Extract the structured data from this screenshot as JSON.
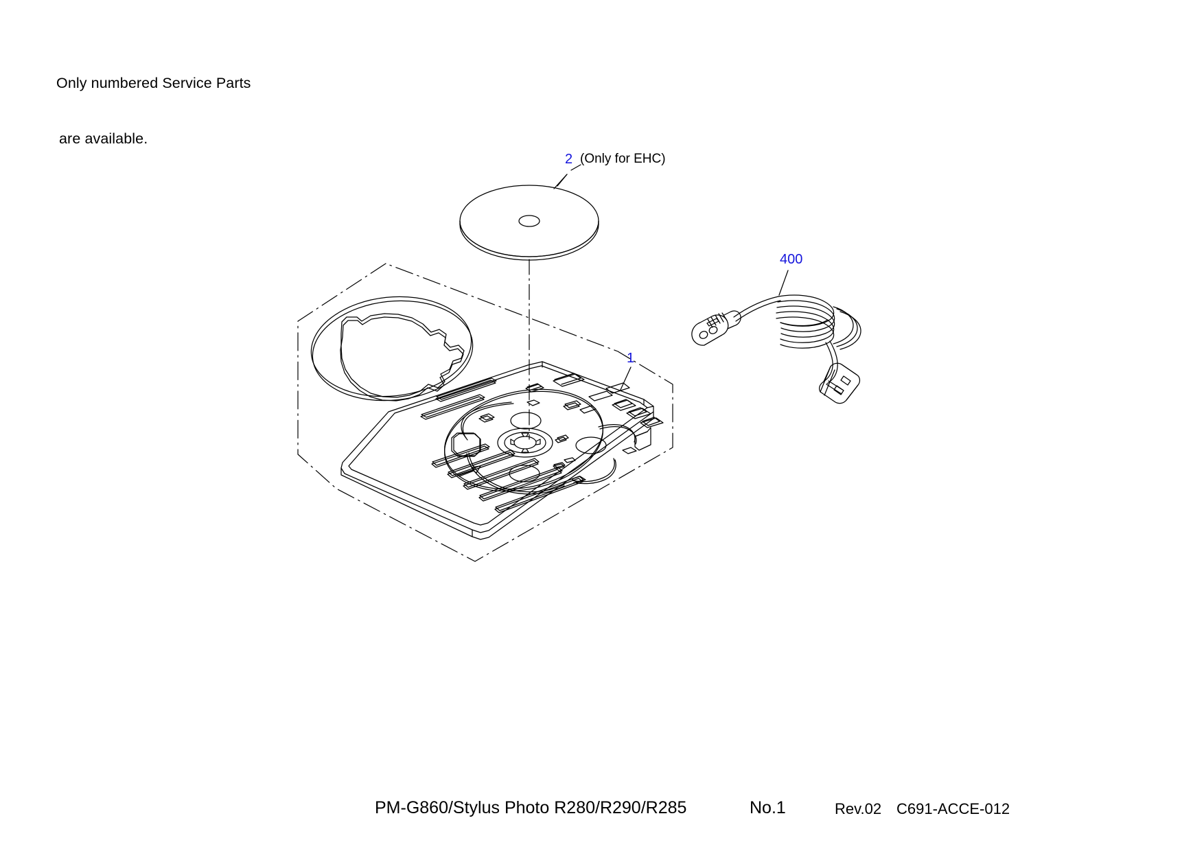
{
  "document": {
    "type": "service-parts-exploded-diagram",
    "note_line_1": "Only numbered Service Parts",
    "note_line_2": "are available."
  },
  "callouts": [
    {
      "id": "2",
      "label": "2",
      "color": "#1414dc",
      "annotation": "(Only for EHC)",
      "part": "cd-dvd-disc"
    },
    {
      "id": "1",
      "label": "1",
      "color": "#1414dc",
      "annotation": "",
      "part": "cd-dvd-tray-assembly"
    },
    {
      "id": "400",
      "label": "400",
      "color": "#1414dc",
      "annotation": "",
      "part": "ac-power-cable"
    }
  ],
  "callout_2": {
    "number": "2",
    "annotation": "(Only for EHC)"
  },
  "callout_1": {
    "number": "1"
  },
  "callout_400": {
    "number": "400"
  },
  "footer": {
    "model": "PM-G860/Stylus Photo R280/R290/R285",
    "page": "No.1",
    "revision": "Rev.02",
    "code": "C691-ACCE-012"
  },
  "drawing": {
    "line_color": "#000000",
    "background": "#ffffff",
    "parts": [
      "printer-body-phantom-outline",
      "cd-tray-guide-ring",
      "cd-dvd-printable-disc",
      "cd-dvd-tray-assembly",
      "ac-power-cable"
    ]
  }
}
